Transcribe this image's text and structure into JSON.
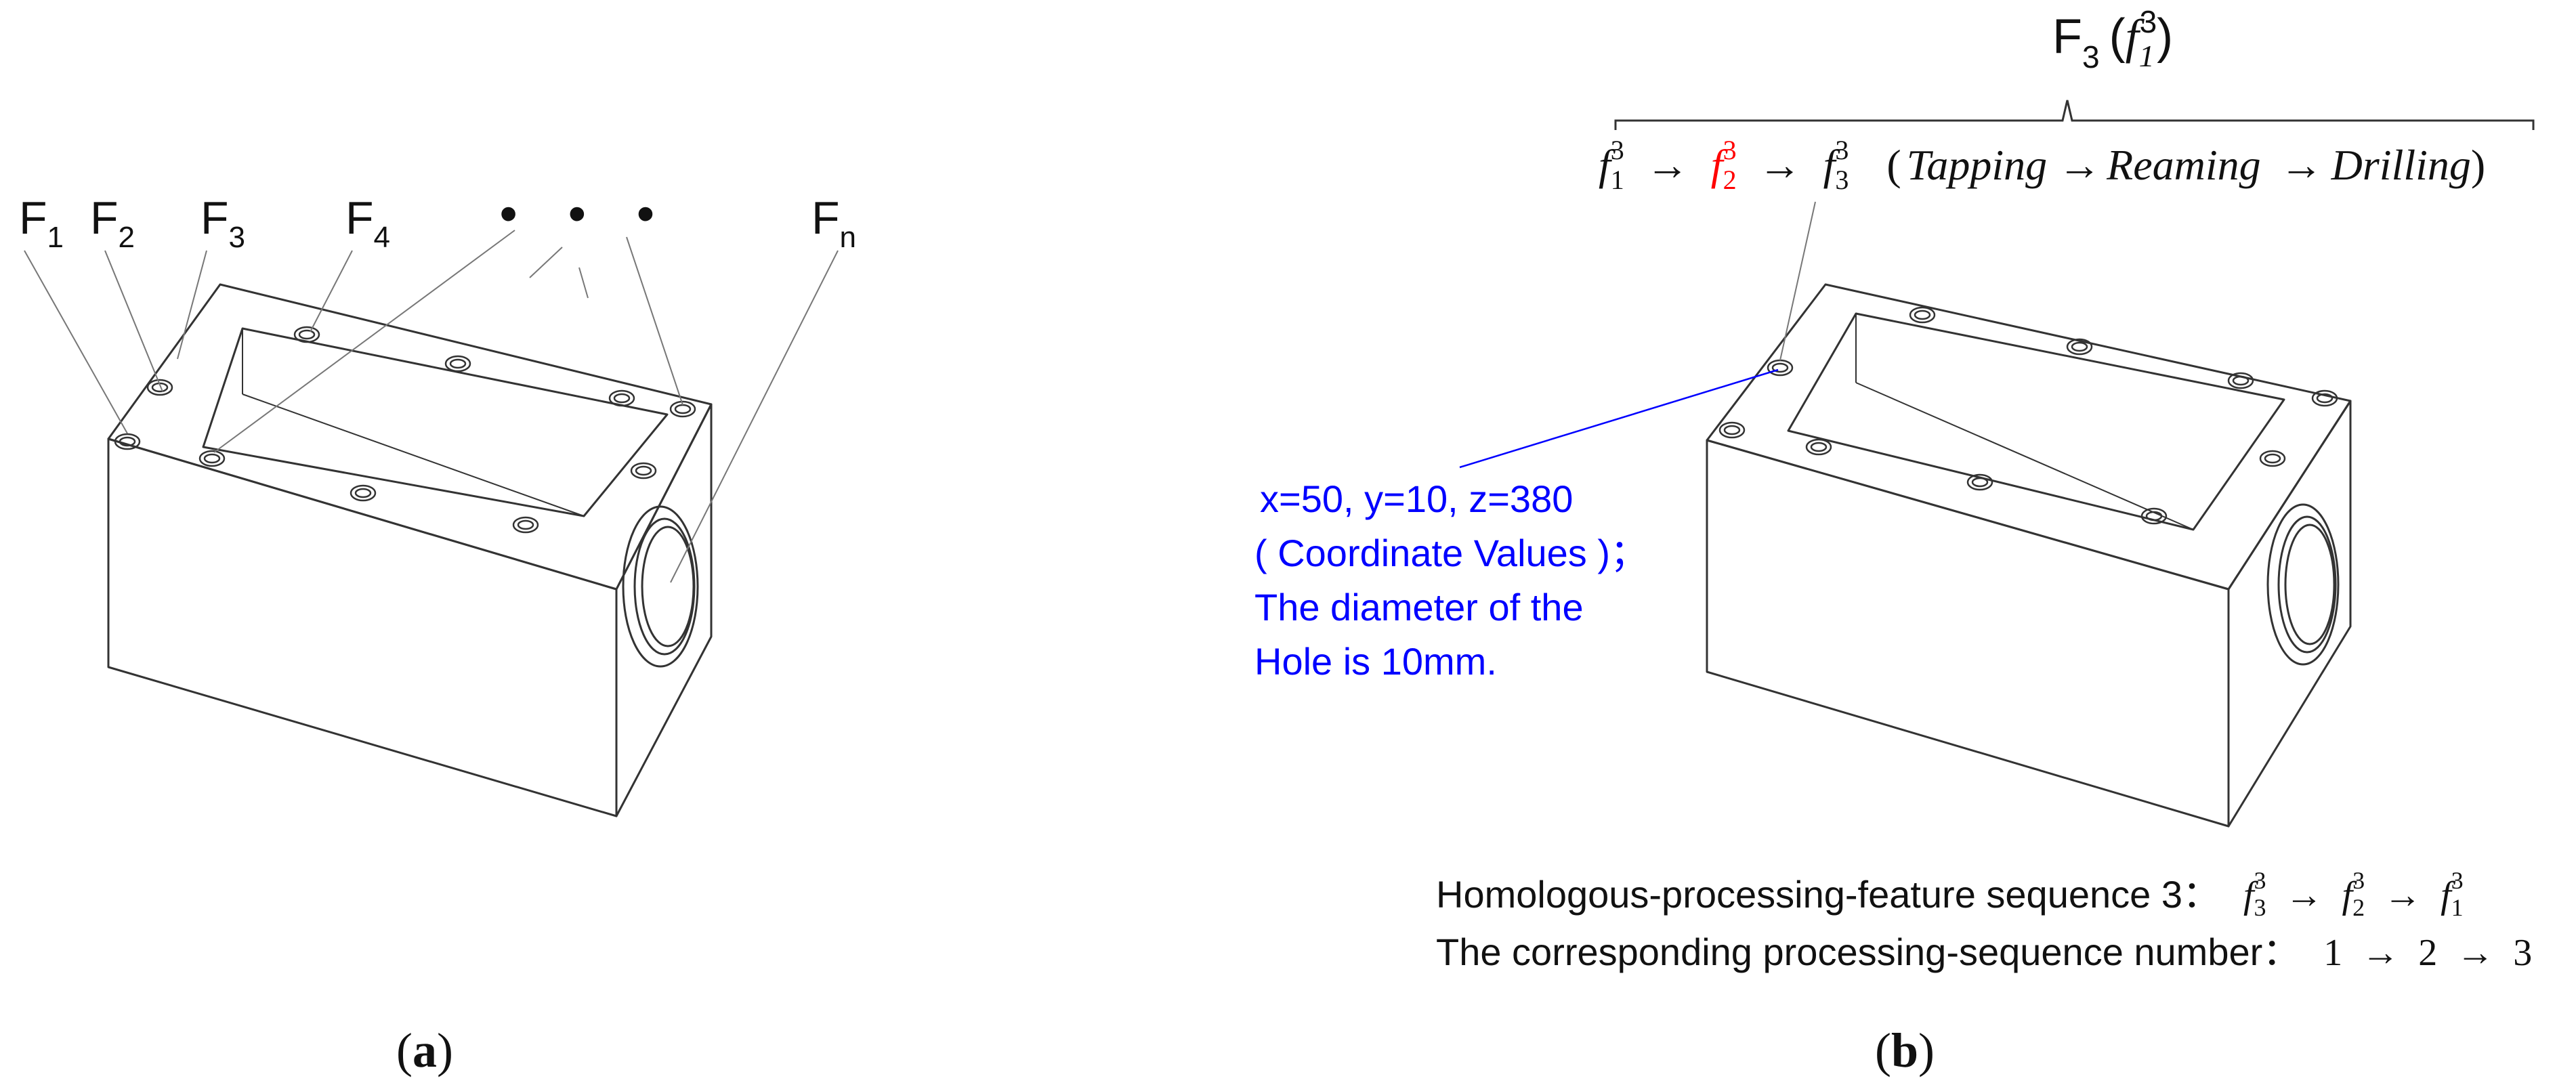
{
  "panel_a": {
    "caption": "(a)",
    "caption_letter": "a",
    "feature_labels": [
      {
        "main": "F",
        "sub": "1"
      },
      {
        "main": "F",
        "sub": "2"
      },
      {
        "main": "F",
        "sub": "3"
      },
      {
        "main": "F",
        "sub": "4"
      },
      {
        "main": "F",
        "sub": "n"
      }
    ],
    "ellipsis_dots": "• • •"
  },
  "panel_b": {
    "caption": "(b)",
    "caption_letter": "b",
    "header": {
      "main": "F",
      "sub": "3",
      "paren_open": "(",
      "f": "f",
      "f_sub": "1",
      "f_sup": "3",
      "paren_close": ")"
    },
    "sequence": {
      "items": [
        {
          "f": "f",
          "sub": "1",
          "sup": "3",
          "highlight": false
        },
        {
          "f": "f",
          "sub": "2",
          "sup": "3",
          "highlight": true
        },
        {
          "f": "f",
          "sub": "3",
          "sup": "3",
          "highlight": false
        }
      ],
      "arrow": "→",
      "operations": [
        "Tapping",
        "Reaming",
        "Drilling"
      ],
      "paren_open": "(",
      "paren_close": ")"
    },
    "annotation": {
      "line1": "x=50, y=10, z=380",
      "line2": "( Coordinate Values )；",
      "line3": "The diameter of the",
      "line4": "Hole is 10mm."
    },
    "footer": {
      "line1_label": "Homologous-processing-feature sequence 3：",
      "line1_seq": [
        {
          "f": "f",
          "sub": "3",
          "sup": "3"
        },
        {
          "f": "f",
          "sub": "2",
          "sup": "3"
        },
        {
          "f": "f",
          "sub": "1",
          "sup": "3"
        }
      ],
      "line2_label": "The corresponding processing-sequence number：",
      "line2_seq": [
        "1",
        "2",
        "3"
      ]
    }
  },
  "colors": {
    "outline": "#333333",
    "leader": "#777777",
    "highlight": "#ff0000",
    "annotation": "#0000ff"
  }
}
